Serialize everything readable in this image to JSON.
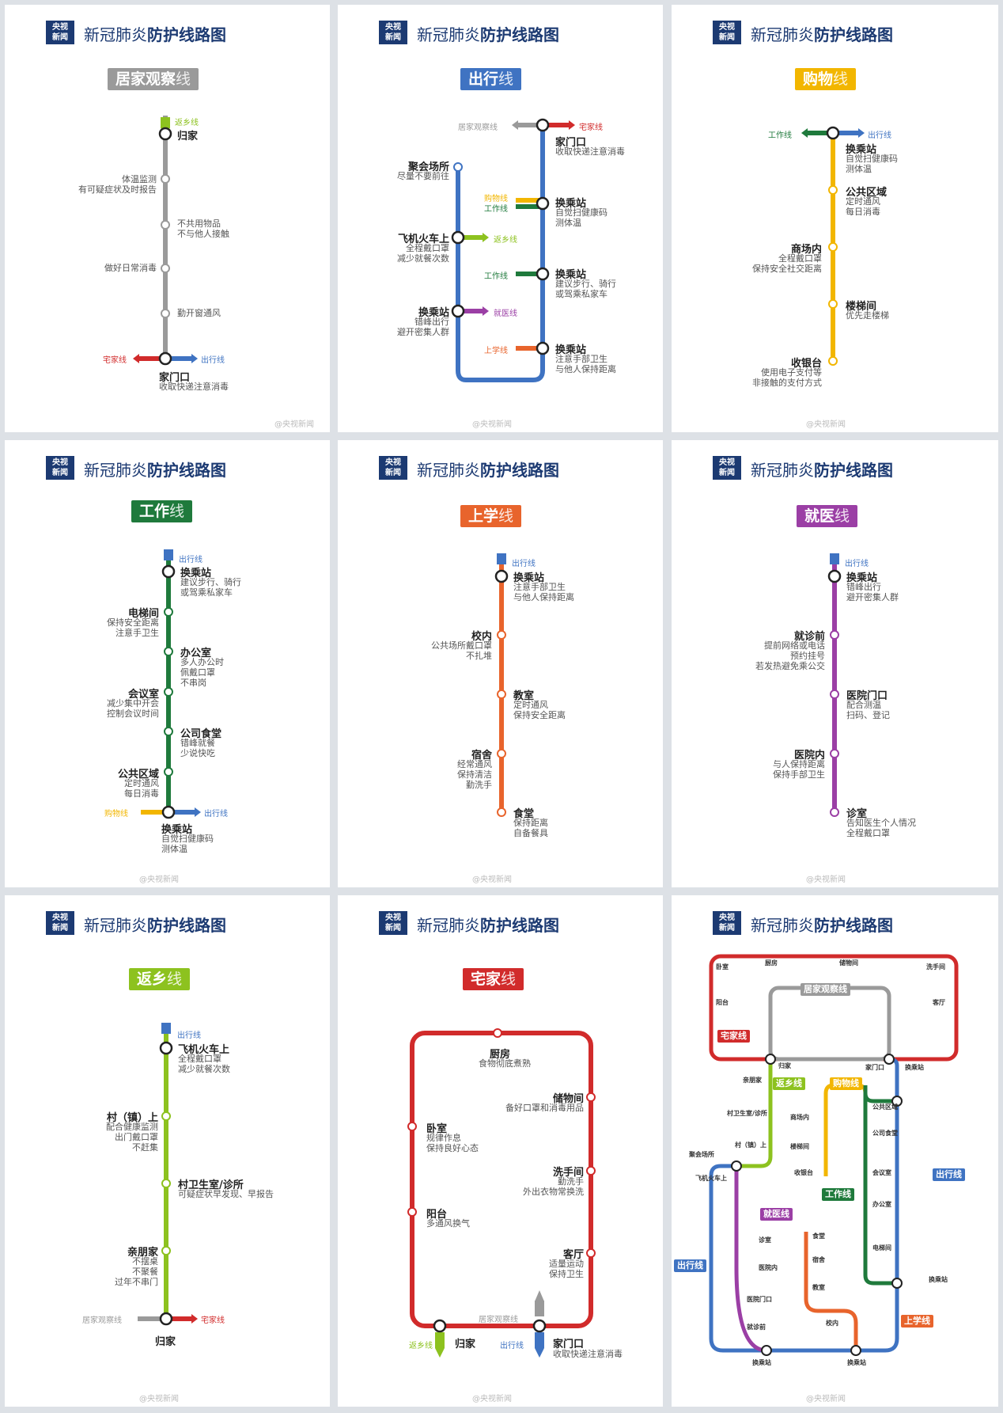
{
  "header": {
    "logo": "央视\n新闻",
    "title_a": "新冠肺炎",
    "title_b": "防护线路图"
  },
  "watermark": "@央视新闻",
  "panels": {
    "home_watch": {
      "badge_main": "居家观察",
      "badge_sub": "线",
      "color": "#9a9a9a",
      "top_line": "返乡线",
      "s1": "归家",
      "s2": [
        "体温监测",
        "有可疑症状及时报告"
      ],
      "s3": [
        "不共用物品",
        "不与他人接触"
      ],
      "s4": "做好日常消毒",
      "s5": "勤开窗通风",
      "left_line": "宅家线",
      "right_line": "出行线",
      "s6": "家门口",
      "s6_desc": "收取快递注意消毒"
    },
    "travel": {
      "badge_main": "出行",
      "badge_sub": "线",
      "color": "#3f73c2",
      "top_left": "居家观察线",
      "top_right": "宅家线",
      "r1": "家门口",
      "r1_desc": "收取快递注意消毒",
      "l1": "聚会场所",
      "l1_desc": "尽量不要前往",
      "r2_in_a": "购物线",
      "r2_in_b": "工作线",
      "r2": "换乘站",
      "r2_desc": [
        "自觉扫健康码",
        "测体温"
      ],
      "l2": "飞机火车上",
      "l2_desc": [
        "全程戴口罩",
        "减少就餐次数"
      ],
      "l2_line": "返乡线",
      "r3_in": "工作线",
      "r3": "换乘站",
      "r3_desc": [
        "建议步行、骑行",
        "或驾乘私家车"
      ],
      "l3": "换乘站",
      "l3_desc": [
        "错峰出行",
        "避开密集人群"
      ],
      "l3_line": "就医线",
      "r4_in": "上学线",
      "r4": "换乘站",
      "r4_desc": [
        "注意手部卫生",
        "与他人保持距离"
      ]
    },
    "shopping": {
      "badge_main": "购物",
      "badge_sub": "线",
      "color": "#f2b600",
      "top_left": "工作线",
      "top_right": "出行线",
      "s1": "换乘站",
      "s1_desc": [
        "自觉扫健康码",
        "测体温"
      ],
      "s2": "公共区域",
      "s2_desc": [
        "定时通风",
        "每日消毒"
      ],
      "s3": "商场内",
      "s3_desc": [
        "全程戴口罩",
        "保持安全社交距离"
      ],
      "s4": "楼梯间",
      "s4_desc": [
        "优先走楼梯"
      ],
      "s5": "收银台",
      "s5_desc": [
        "使用电子支付等",
        "非接触的支付方式"
      ]
    },
    "work": {
      "badge_main": "工作",
      "badge_sub": "线",
      "color": "#1f7a3c",
      "top_line": "出行线",
      "s1": "换乘站",
      "s1_desc": [
        "建议步行、骑行",
        "或驾乘私家车"
      ],
      "s2": "电梯间",
      "s2_desc": [
        "保持安全距离",
        "注意手卫生"
      ],
      "s3": "办公室",
      "s3_desc": [
        "多人办公时",
        "佩戴口罩",
        "不串岗"
      ],
      "s4": "会议室",
      "s4_desc": [
        "减少集中开会",
        "控制会议时间"
      ],
      "s5": "公司食堂",
      "s5_desc": [
        "错峰就餐",
        "少说快吃"
      ],
      "s6": "公共区域",
      "s6_desc": [
        "定时通风",
        "每日消毒"
      ],
      "left_line": "购物线",
      "right_line": "出行线",
      "s7": "换乘站",
      "s7_desc": [
        "自觉扫健康码",
        "测体温"
      ]
    },
    "school": {
      "badge_main": "上学",
      "badge_sub": "线",
      "color": "#e8642c",
      "top_line": "出行线",
      "s1": "换乘站",
      "s1_desc": [
        "注意手部卫生",
        "与他人保持距离"
      ],
      "s2": "校内",
      "s2_desc": [
        "公共场所戴口罩",
        "不扎堆"
      ],
      "s3": "教室",
      "s3_desc": [
        "定时通风",
        "保持安全距离"
      ],
      "s4": "宿舍",
      "s4_desc": [
        "经常通风",
        "保持清洁",
        "勤洗手"
      ],
      "s5": "食堂",
      "s5_desc": [
        "保持距离",
        "自备餐具"
      ]
    },
    "medical": {
      "badge_main": "就医",
      "badge_sub": "线",
      "color": "#9b3fa5",
      "top_line": "出行线",
      "s1": "换乘站",
      "s1_desc": [
        "错峰出行",
        "避开密集人群"
      ],
      "s2": "就诊前",
      "s2_desc": [
        "提前网络或电话",
        "预约挂号",
        "若发热避免乘公交"
      ],
      "s3": "医院门口",
      "s3_desc": [
        "配合测温",
        "扫码、登记"
      ],
      "s4": "医院内",
      "s4_desc": [
        "与人保持距离",
        "保持手部卫生"
      ],
      "s5": "诊室",
      "s5_desc": [
        "告知医生个人情况",
        "全程戴口罩"
      ]
    },
    "return_home": {
      "badge_main": "返乡",
      "badge_sub": "线",
      "color": "#8dc21f",
      "top_line": "出行线",
      "s1": "飞机火车上",
      "s1_desc": [
        "全程戴口罩",
        "减少就餐次数"
      ],
      "s2": "村（镇）上",
      "s2_desc": [
        "配合健康监测",
        "出门戴口罩",
        "不赶集"
      ],
      "s3": "村卫生室/诊所",
      "s3_desc": [
        "可疑症状早发现、早报告"
      ],
      "s4": "亲朋家",
      "s4_desc": [
        "不摆桌",
        "不聚餐",
        "过年不串门"
      ],
      "left_line": "居家观察线",
      "right_line": "宅家线",
      "s5": "归家"
    },
    "stay_home": {
      "badge_main": "宅家",
      "badge_sub": "线",
      "color": "#d12b2b",
      "s1": "厨房",
      "s1_desc": [
        "食物彻底煮熟"
      ],
      "s2": "储物间",
      "s2_desc": [
        "备好口罩和消毒用品"
      ],
      "s3": "卧室",
      "s3_desc": [
        "规律作息",
        "保持良好心态"
      ],
      "s4": "洗手间",
      "s4_desc": [
        "勤洗手",
        "外出衣物常换洗"
      ],
      "s5": "阳台",
      "s5_desc": [
        "多通风换气"
      ],
      "s6": "客厅",
      "s6_desc": [
        "适量运动",
        "保持卫生"
      ],
      "top_line": "居家观察线",
      "bl_line": "返乡线",
      "b1": "归家",
      "br_line": "出行线",
      "b2": "家门口",
      "b2_desc": "收取快递注意消毒"
    },
    "overview": {
      "labels": {
        "home_watch": "居家观察线",
        "stay_home": "宅家线",
        "return_home": "返乡线",
        "shopping": "购物线",
        "work": "工作线",
        "medical": "就医线",
        "travel_a": "出行线",
        "travel_b": "出行线",
        "school": "上学线"
      },
      "stations": [
        "卧室",
        "厨房",
        "储物间",
        "洗手间",
        "阳台",
        "客厅",
        "归家",
        "家门口",
        "亲朋家",
        "村卫生室/诊所",
        "村（镇）上",
        "聚会场所",
        "飞机火车上",
        "商场内",
        "楼梯间",
        "收银台",
        "公共区域",
        "公司食堂",
        "会议室",
        "办公室",
        "电梯间",
        "换乘站",
        "诊室",
        "医院内",
        "医院门口",
        "就诊前",
        "食堂",
        "宿舍",
        "教室",
        "校内",
        "换乘站",
        "换乘站",
        "换乘站"
      ]
    }
  }
}
